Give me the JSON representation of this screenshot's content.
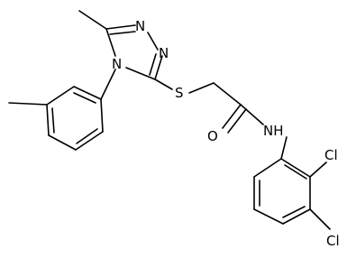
{
  "molecule": {
    "atom_labels": {
      "n1": "N",
      "n2": "N",
      "n4": "N",
      "s": "S",
      "o": "O",
      "nh": "NH",
      "cl1": "Cl",
      "cl2": "Cl"
    },
    "colors": {
      "bond": "#000000",
      "text": "#000000",
      "background": "#ffffff"
    }
  }
}
